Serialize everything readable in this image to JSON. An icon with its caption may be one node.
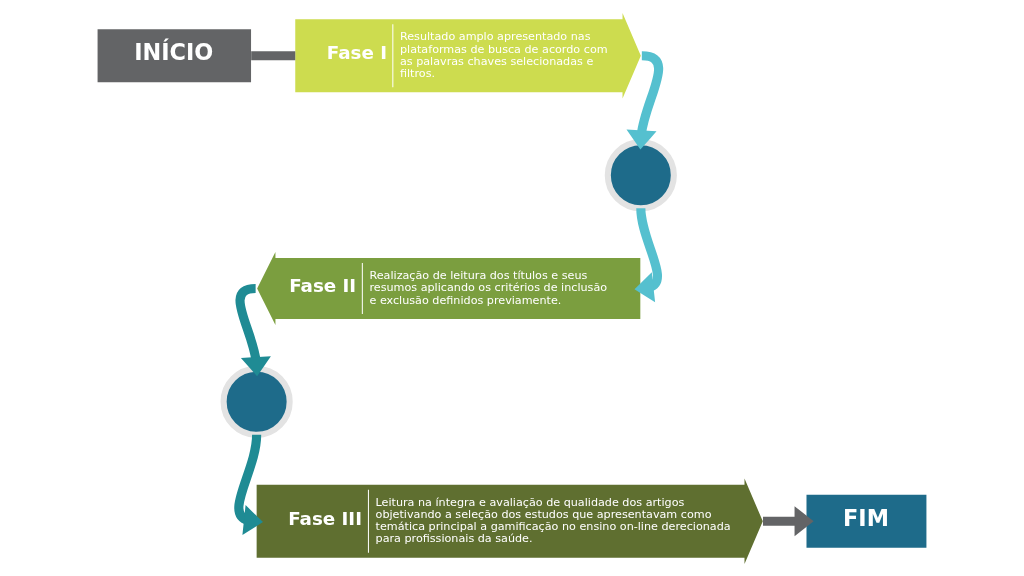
{
  "diagram": {
    "nodes": [
      {
        "text": [
          "INÍCIO"
        ]
      },
      {
        "text": [
          "Fase I",
          "Resultado amplo apresentado nas plataformas de busca de acordo com as palavras chaves selecionadas e filtros."
        ]
      },
      {
        "text": [],
        "shape": "circle"
      },
      {
        "text": [
          "Fase II",
          "Realização de leitura dos títulos e seus resumos aplicando os critérios de inclusão e exclusão definidos previamente."
        ]
      },
      {
        "text": [],
        "shape": "circle"
      },
      {
        "text": [
          "Fase III",
          "Leitura na íntegra e avaliação de qualidade dos artigos objetivando a seleção dos estudos que apresentavam como temática principal a gamificação no ensino on-line derecionada para profissionais da saúde."
        ]
      },
      {
        "text": [
          "FIM"
        ]
      }
    ],
    "edges": [
      {
        "from": 0,
        "to": 1,
        "arrow": "none"
      },
      {
        "from": 1,
        "to": 2,
        "arrow": "to",
        "color": "#55c0cf"
      },
      {
        "from": 2,
        "to": 3,
        "arrow": "to",
        "color": "#55c0cf"
      },
      {
        "from": 3,
        "to": 4,
        "arrow": "to",
        "color": "#1f8b94"
      },
      {
        "from": 4,
        "to": 5,
        "arrow": "to",
        "color": "#1f8b94"
      },
      {
        "from": 5,
        "to": 6,
        "arrow": "to"
      }
    ]
  }
}
